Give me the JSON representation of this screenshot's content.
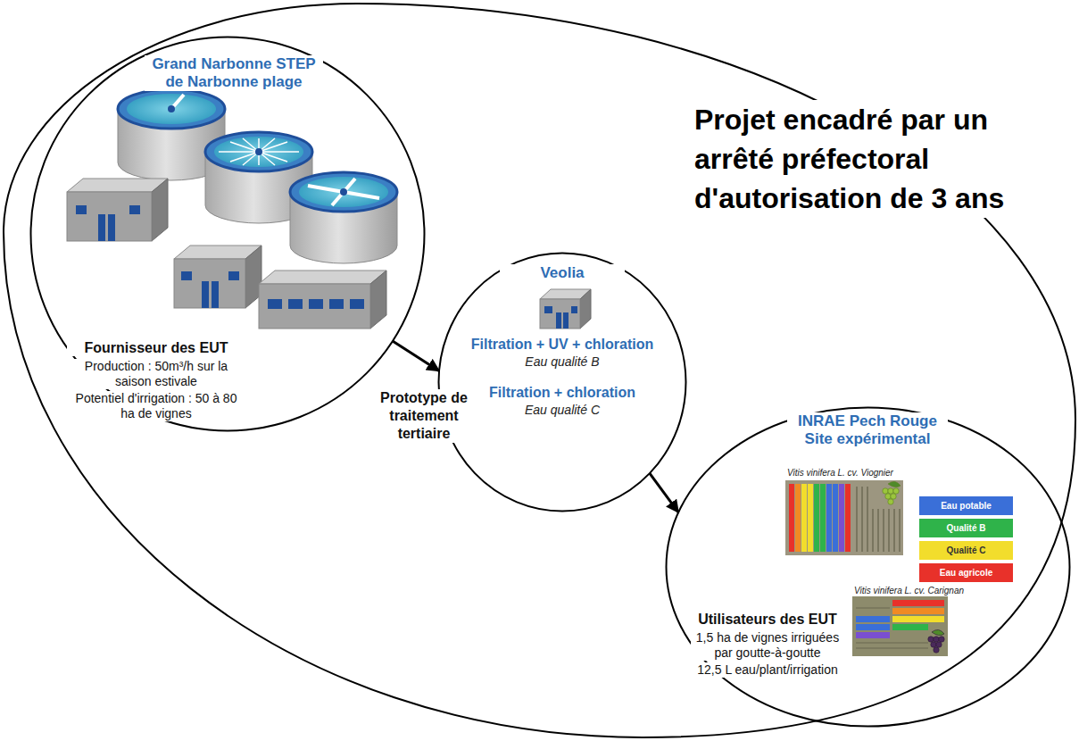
{
  "diagram": {
    "nodes": [
      {
        "text": [
          "Projet encadré par un arrêté préfectoral d'autorisation de 3 ans"
        ]
      },
      {
        "text": [
          "Grand Narbonne STEP de Narbonne plage",
          "Fournisseur des EUT",
          "Production : 50m³/h sur la saison estivale",
          "Potentiel d'irrigation : 50 à 80 ha de vignes"
        ],
        "in": 0
      },
      {
        "text": [
          "Veolia",
          "Filtration + UV + chloration",
          "Eau qualité B",
          "Filtration + chloration",
          "Eau qualité C",
          "Prototype de traitement tertiaire"
        ],
        "in": 0
      },
      {
        "text": [
          "INRAE Pech Rouge Site expérimental",
          "Utilisateurs des EUT",
          "1,5 ha de vignes irriguées par goutte-à-goutte",
          "12,5 L eau/plant/irrigation"
        ],
        "in": 0
      }
    ],
    "edges": [
      {
        "from": 1,
        "to": 2,
        "arrow": "to"
      },
      {
        "from": 2,
        "to": 3,
        "arrow": "to"
      }
    ],
    "labels": [
      "Vitis vinifera L. cv. Viognier",
      "Vitis vinifera L. cv. Carignan"
    ],
    "legend": [
      {
        "text": "Eau potable",
        "color": "#3a6fd8"
      },
      {
        "text": "Qualité B",
        "color": "#2fb34a"
      },
      {
        "text": "Qualité C",
        "color": "#f2dd2c"
      },
      {
        "text": "Eau agricole",
        "color": "#e8312a"
      }
    ]
  }
}
